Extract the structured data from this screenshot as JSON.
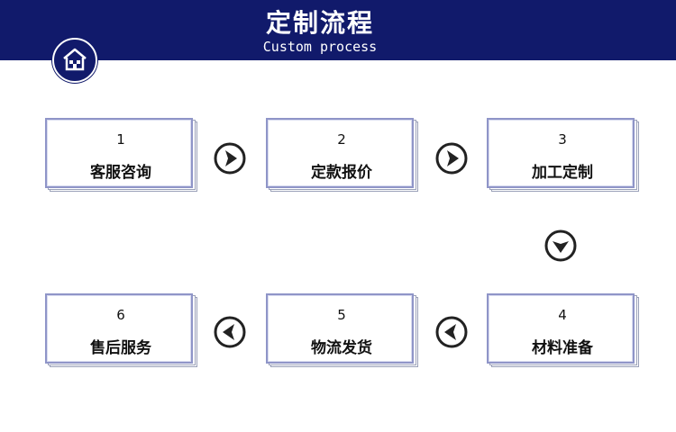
{
  "header": {
    "title": "定制流程",
    "subtitle": "Custom process",
    "home_icon": "home-icon",
    "background": "#111a6b"
  },
  "steps": [
    {
      "num": "1",
      "label": "客服咨询"
    },
    {
      "num": "2",
      "label": "定款报价"
    },
    {
      "num": "3",
      "label": "加工定制"
    },
    {
      "num": "4",
      "label": "材料准备"
    },
    {
      "num": "5",
      "label": "物流发货"
    },
    {
      "num": "6",
      "label": "售后服务"
    }
  ],
  "arrows": {
    "row1": "arrow-right-icon",
    "down": "arrow-down-icon",
    "row2": "arrow-left-icon"
  }
}
